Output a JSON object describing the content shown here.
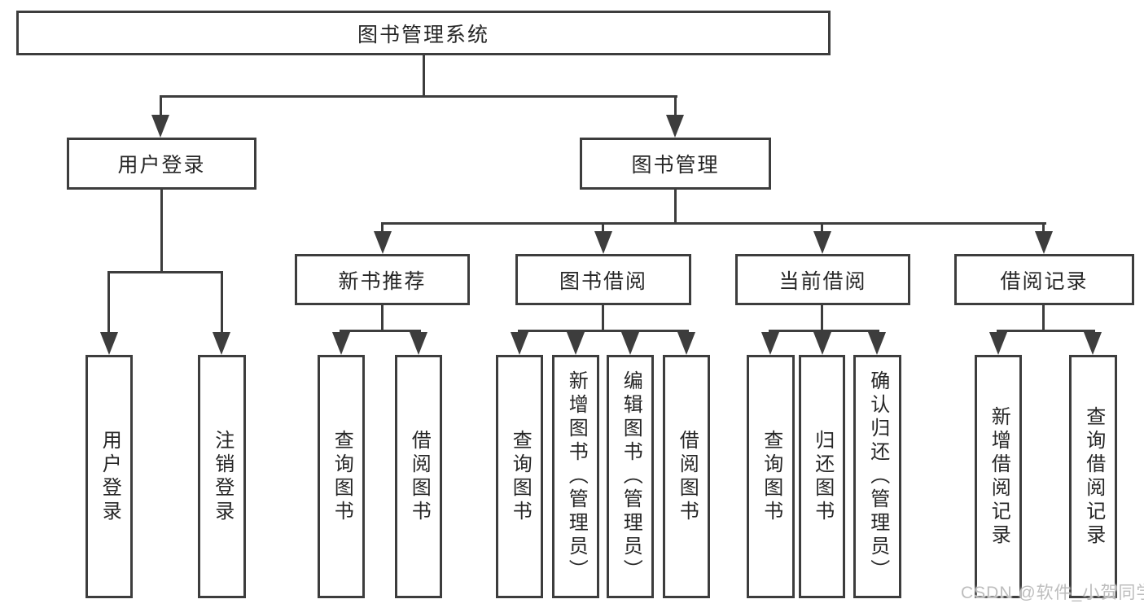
{
  "diagram": {
    "root": {
      "label": "图书管理系统"
    },
    "level1": [
      {
        "label": "用户登录"
      },
      {
        "label": "图书管理"
      }
    ],
    "level2": [
      {
        "label": "新书推荐",
        "parent": "图书管理"
      },
      {
        "label": "图书借阅",
        "parent": "图书管理"
      },
      {
        "label": "当前借阅",
        "parent": "图书管理"
      },
      {
        "label": "借阅记录",
        "parent": "图书管理"
      }
    ],
    "leaves": [
      {
        "label": "用户登录",
        "parent": "用户登录"
      },
      {
        "label": "注销登录",
        "parent": "用户登录"
      },
      {
        "label": "查询图书",
        "parent": "新书推荐"
      },
      {
        "label": "借阅图书",
        "parent": "新书推荐"
      },
      {
        "label": "查询图书",
        "parent": "图书借阅"
      },
      {
        "label": "新增图书（管理员）",
        "parent": "图书借阅"
      },
      {
        "label": "编辑图书（管理员）",
        "parent": "图书借阅"
      },
      {
        "label": "借阅图书",
        "parent": "图书借阅"
      },
      {
        "label": "查询图书",
        "parent": "当前借阅"
      },
      {
        "label": "归还图书",
        "parent": "当前借阅"
      },
      {
        "label": "确认归还（管理员）",
        "parent": "当前借阅"
      },
      {
        "label": "新增借阅记录",
        "parent": "借阅记录"
      },
      {
        "label": "查询借阅记录",
        "parent": "借阅记录"
      }
    ]
  },
  "watermark": "CSDN @软件_小贺同学",
  "colors": {
    "line": "#3d3d3d",
    "text": "#262626",
    "watermark": "#bdbdbd",
    "background": "#ffffff"
  }
}
